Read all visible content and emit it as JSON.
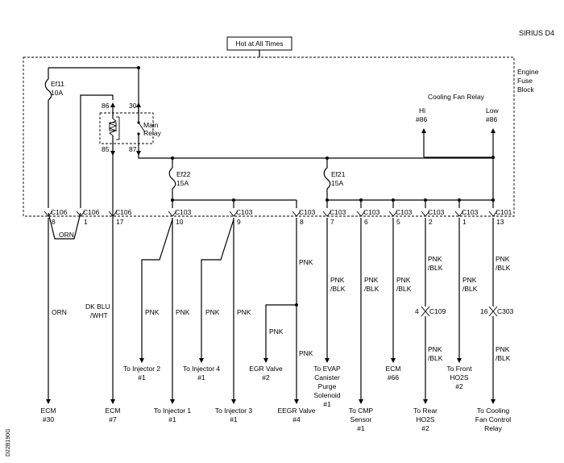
{
  "header": {
    "model": "SIRIUS D4",
    "hot_label": "Hot at All Times",
    "fuse_block": [
      "Engine",
      "Fuse",
      "Block"
    ],
    "figure_id": "D22B190G"
  },
  "fuses": {
    "ef11": [
      "Ef11",
      "10A"
    ],
    "ef22": [
      "Ef22",
      "15A"
    ],
    "ef21": [
      "Ef21",
      "15A"
    ]
  },
  "main_relay": {
    "label": [
      "Main",
      "Relay"
    ],
    "pins": [
      "86",
      "30",
      "85",
      "87"
    ]
  },
  "cooling_fan_relay": {
    "title": "Cooling Fan Relay",
    "hi": [
      "Hi",
      "#86"
    ],
    "low": [
      "Low",
      "#86"
    ]
  },
  "connectors": [
    {
      "name": "C106",
      "pin": "8"
    },
    {
      "name": "C106",
      "pin": "1"
    },
    {
      "name": "C106",
      "pin": "17"
    },
    {
      "name": "C103",
      "pin": "10"
    },
    {
      "name": "C103",
      "pin": "9"
    },
    {
      "name": "C103",
      "pin": "8"
    },
    {
      "name": "C103",
      "pin": "7"
    },
    {
      "name": "C103",
      "pin": "6"
    },
    {
      "name": "C103",
      "pin": "5"
    },
    {
      "name": "C103",
      "pin": "2"
    },
    {
      "name": "C103",
      "pin": "1"
    },
    {
      "name": "C101",
      "pin": "13"
    }
  ],
  "inline_connectors": [
    {
      "name": "C109",
      "pin": "4"
    },
    {
      "name": "C303",
      "pin": "16"
    }
  ],
  "wire_colors": {
    "orn": "ORN",
    "dk_blu_wht": [
      "DK BLU",
      "/WHT"
    ],
    "pnk": "PNK",
    "pnk_blk": [
      "PNK",
      "/BLK"
    ]
  },
  "destinations": {
    "ecm30": [
      "ECM",
      "#30"
    ],
    "ecm7": [
      "ECM",
      "#7"
    ],
    "inj1": [
      "To Injector 1",
      "#1"
    ],
    "inj2": [
      "To Injector 2",
      "#1"
    ],
    "inj3": [
      "To Injector 3",
      "#1"
    ],
    "inj4": [
      "To Injector 4",
      "#1"
    ],
    "egr": [
      "EGR Valve",
      "#2"
    ],
    "eegr": [
      "EEGR Valve",
      "#4"
    ],
    "evap": [
      "To EVAP",
      "Canister",
      "Purge",
      "Solenoid",
      "#1"
    ],
    "cmp": [
      "To CMP",
      "Sensor",
      "#1"
    ],
    "ecm66": [
      "ECM",
      "#66"
    ],
    "rear_ho2s": [
      "To Rear",
      "HO2S",
      "#2"
    ],
    "front_ho2s": [
      "To Front",
      "HO2S",
      "#2"
    ],
    "cooling_fan": [
      "To Cooling",
      "Fan Control",
      "Relay"
    ]
  }
}
